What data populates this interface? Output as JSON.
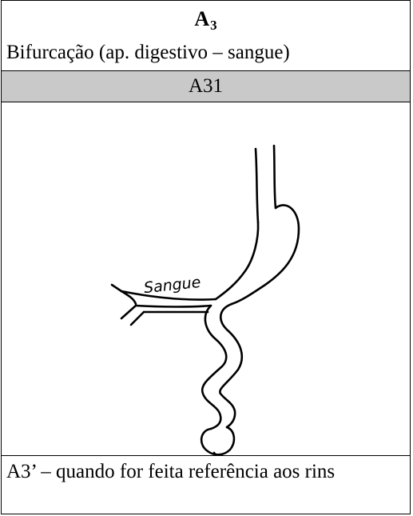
{
  "header": {
    "code_letter": "A",
    "code_subscript": "3",
    "subtitle": "Bifurcação (ap. digestivo – sangue)"
  },
  "section": {
    "code": "A31"
  },
  "drawing": {
    "label": "Sangue"
  },
  "footer": {
    "caption": "A3’ – quando for feita referência aos rins"
  }
}
